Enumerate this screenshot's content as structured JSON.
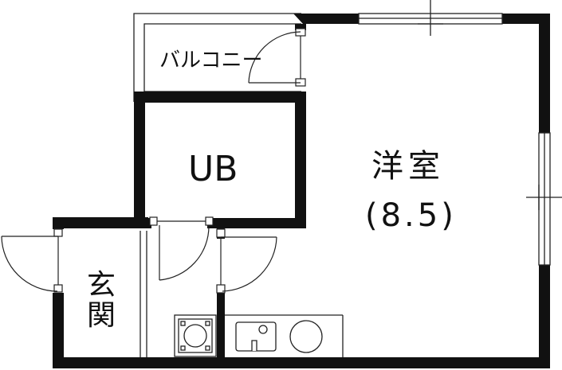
{
  "plan": {
    "rooms": {
      "balcony": {
        "label": "バルコニー"
      },
      "bath": {
        "label": "UB"
      },
      "western_room": {
        "label": "洋室",
        "size": "(8.5)"
      },
      "entrance": {
        "label_line1": "玄",
        "label_line2": "関"
      }
    },
    "colors": {
      "wall": "#111111",
      "background": "#ffffff",
      "thin_line": "#222222"
    },
    "fixtures": [
      "washing-machine-pan",
      "kitchen-sink",
      "stove-burner"
    ],
    "openings": [
      "balcony-door",
      "window-top",
      "window-right",
      "entrance-door",
      "bath-door",
      "room-door"
    ]
  }
}
